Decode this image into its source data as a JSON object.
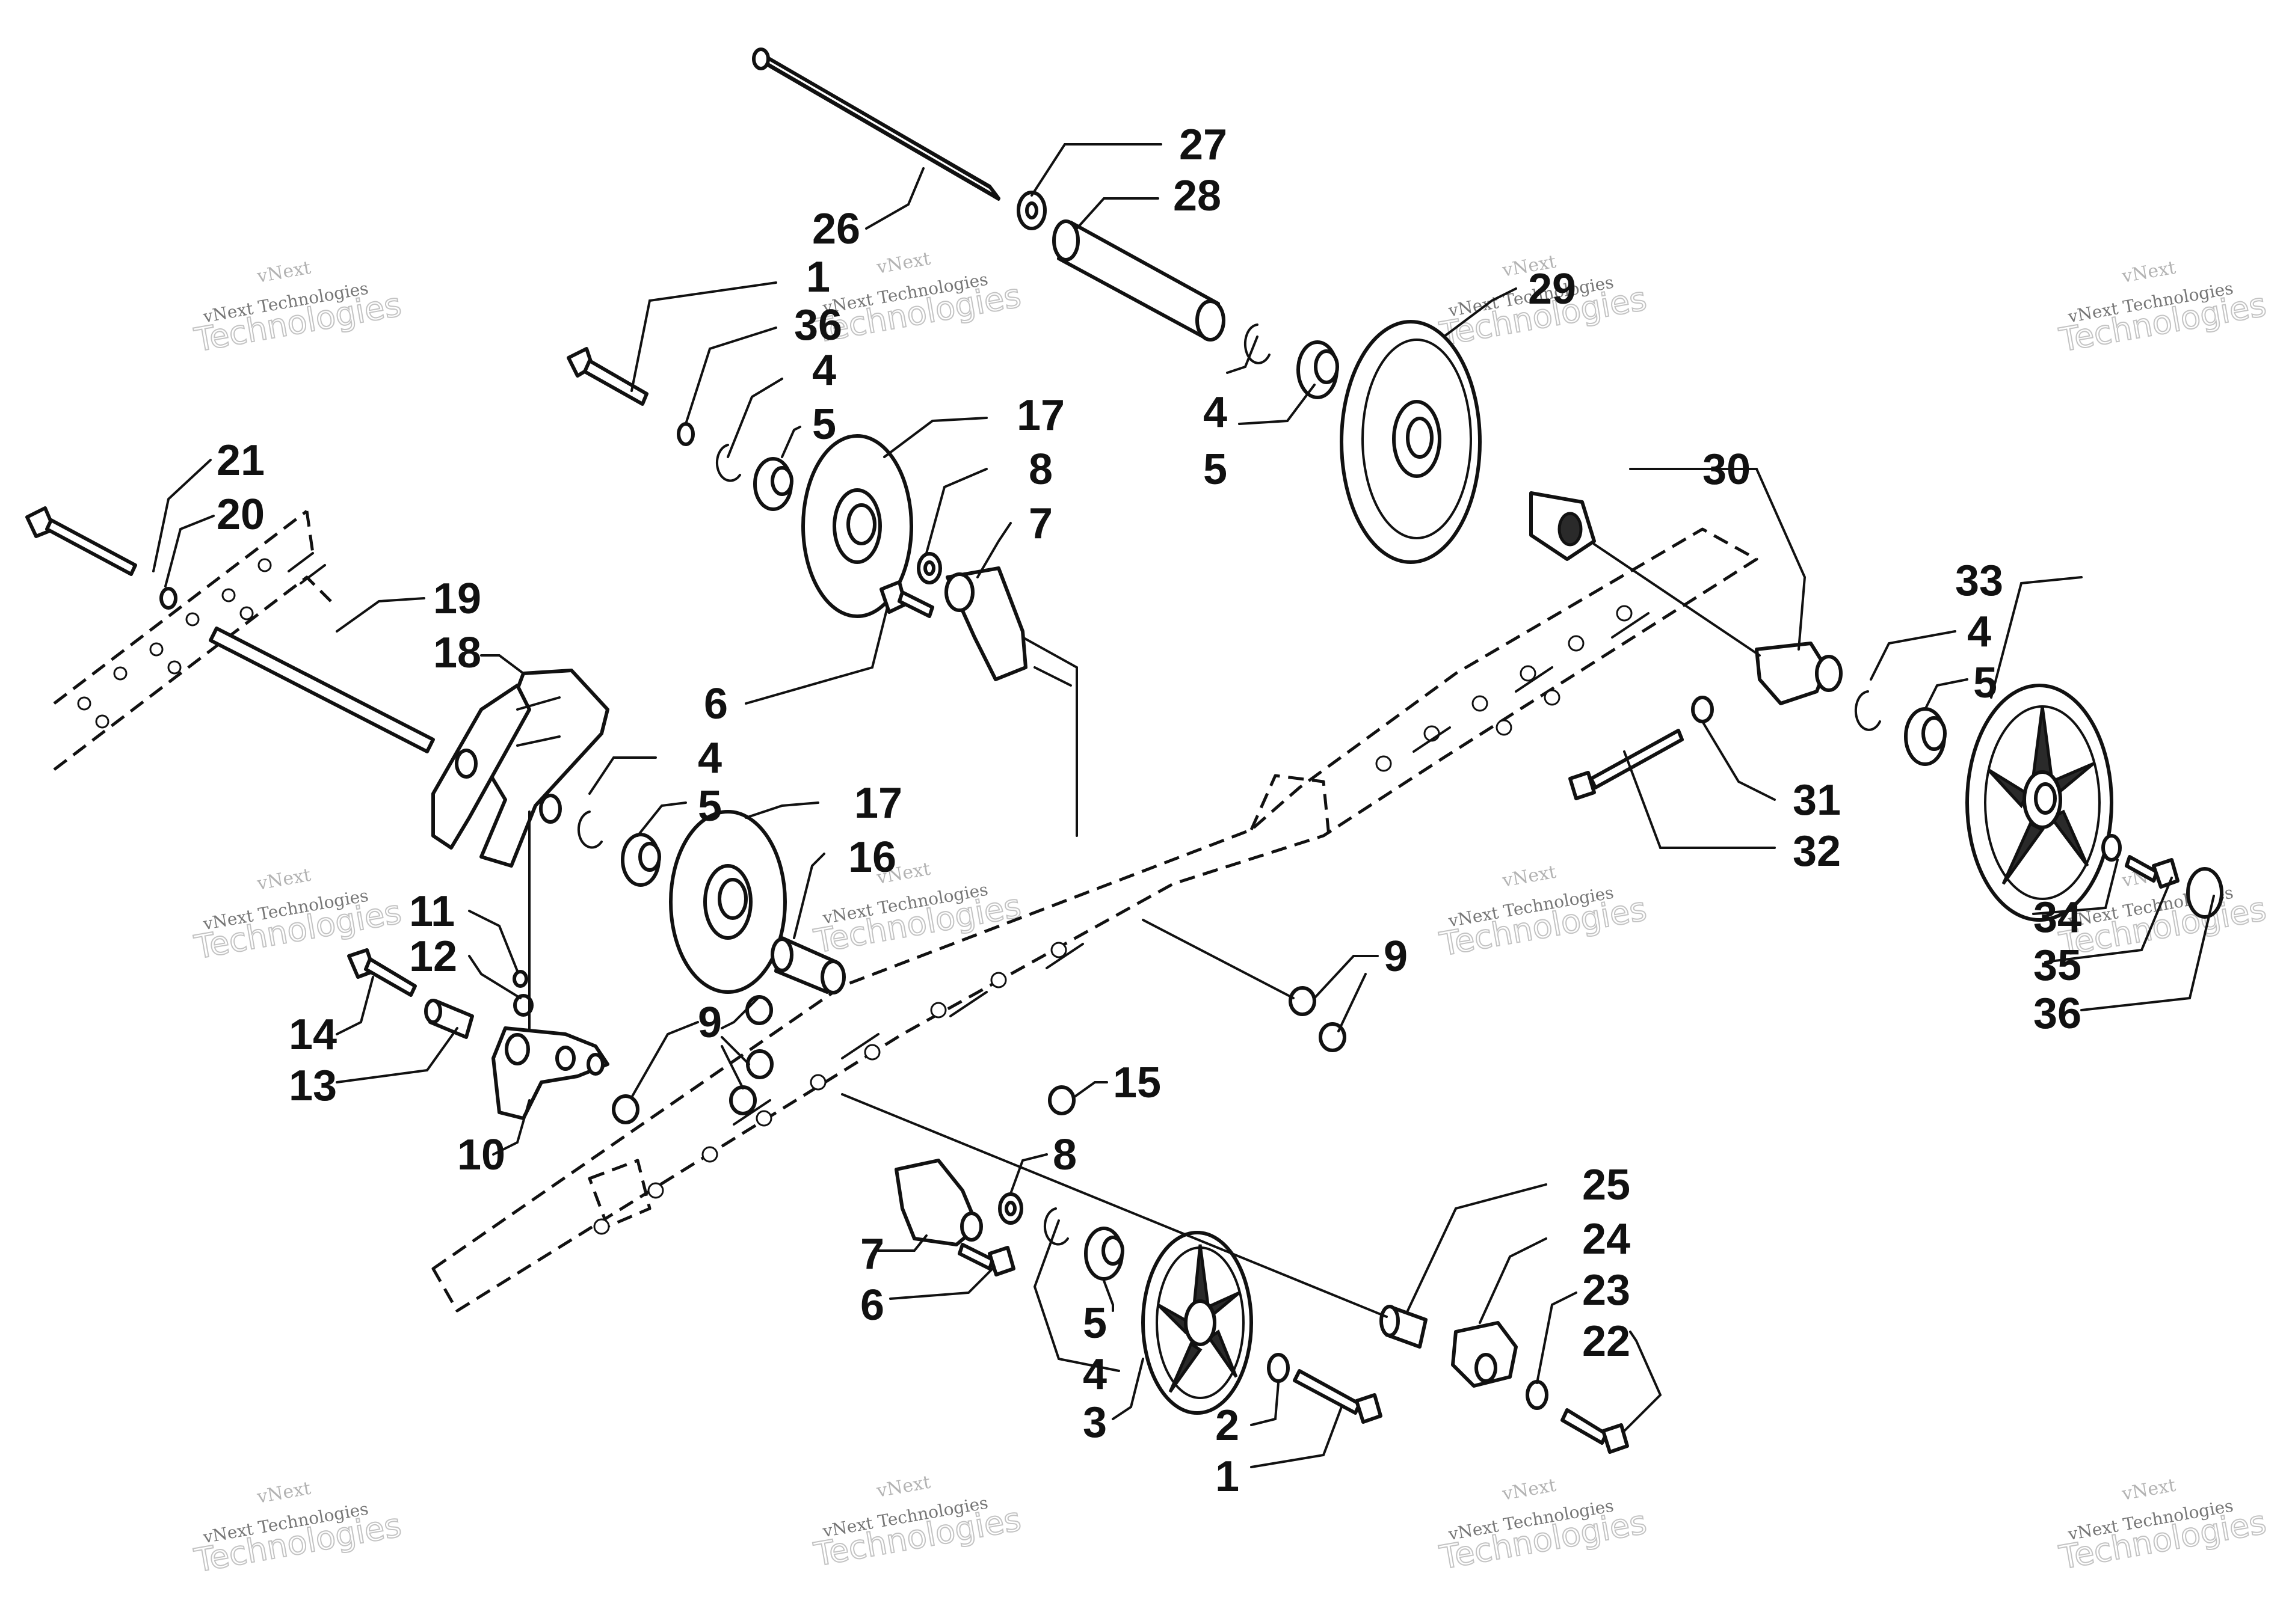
{
  "watermark": {
    "line_top": "vNext",
    "line_mid": "vNext Technologies",
    "line_big": "Technologies"
  },
  "callouts": [
    {
      "id": "c26",
      "label": "26"
    },
    {
      "id": "c27",
      "label": "27"
    },
    {
      "id": "c28",
      "label": "28"
    },
    {
      "id": "c1a",
      "label": "1"
    },
    {
      "id": "c36a",
      "label": "36"
    },
    {
      "id": "c4a",
      "label": "4"
    },
    {
      "id": "c5a",
      "label": "5"
    },
    {
      "id": "c29",
      "label": "29"
    },
    {
      "id": "c4b",
      "label": "4"
    },
    {
      "id": "c5b",
      "label": "5"
    },
    {
      "id": "c17a",
      "label": "17"
    },
    {
      "id": "c8a",
      "label": "8"
    },
    {
      "id": "c7a",
      "label": "7"
    },
    {
      "id": "c21",
      "label": "21"
    },
    {
      "id": "c20",
      "label": "20"
    },
    {
      "id": "c19",
      "label": "19"
    },
    {
      "id": "c18",
      "label": "18"
    },
    {
      "id": "c6a",
      "label": "6"
    },
    {
      "id": "c30",
      "label": "30"
    },
    {
      "id": "c33",
      "label": "33"
    },
    {
      "id": "c4c",
      "label": "4"
    },
    {
      "id": "c5c",
      "label": "5"
    },
    {
      "id": "c4d",
      "label": "4"
    },
    {
      "id": "c5d",
      "label": "5"
    },
    {
      "id": "c17b",
      "label": "17"
    },
    {
      "id": "c16",
      "label": "16"
    },
    {
      "id": "c31",
      "label": "31"
    },
    {
      "id": "c32",
      "label": "32"
    },
    {
      "id": "c11",
      "label": "11"
    },
    {
      "id": "c12",
      "label": "12"
    },
    {
      "id": "c14",
      "label": "14"
    },
    {
      "id": "c13",
      "label": "13"
    },
    {
      "id": "c9a",
      "label": "9"
    },
    {
      "id": "c9b",
      "label": "9"
    },
    {
      "id": "c15",
      "label": "15"
    },
    {
      "id": "c34",
      "label": "34"
    },
    {
      "id": "c35",
      "label": "35"
    },
    {
      "id": "c36b",
      "label": "36"
    },
    {
      "id": "c10",
      "label": "10"
    },
    {
      "id": "c25",
      "label": "25"
    },
    {
      "id": "c8b",
      "label": "8"
    },
    {
      "id": "c24",
      "label": "24"
    },
    {
      "id": "c23",
      "label": "23"
    },
    {
      "id": "c7b",
      "label": "7"
    },
    {
      "id": "c22",
      "label": "22"
    },
    {
      "id": "c6b",
      "label": "6"
    },
    {
      "id": "c5e",
      "label": "5"
    },
    {
      "id": "c4e",
      "label": "4"
    },
    {
      "id": "c3",
      "label": "3"
    },
    {
      "id": "c2",
      "label": "2"
    },
    {
      "id": "c1b",
      "label": "1"
    }
  ]
}
